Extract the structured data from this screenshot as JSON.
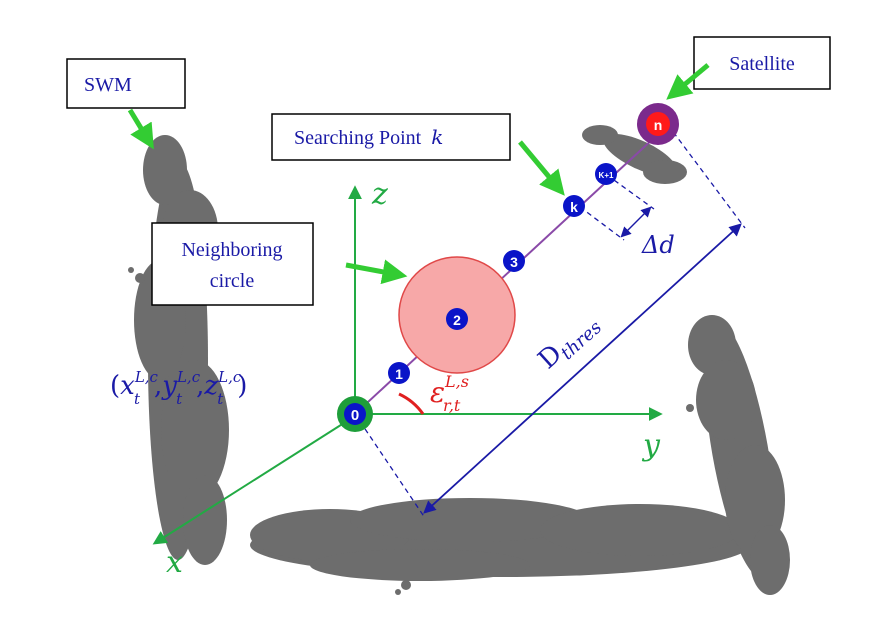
{
  "labels": {
    "swm": "SWM",
    "satellite": "Satellite",
    "searching_prefix": "Searching Point",
    "searching_var": "k",
    "neighboring_line1": "Neighboring",
    "neighboring_line2": "circle"
  },
  "axes": {
    "z": "z",
    "y": "y",
    "x": "x"
  },
  "points": {
    "p0": "0",
    "p1": "1",
    "p2": "2",
    "p3": "3",
    "pk": "k",
    "pk1": "K+1",
    "pn": "n"
  },
  "math": {
    "coord_open": "(",
    "coord_x": "x",
    "coord_y": "y",
    "coord_z": "z",
    "coord_sep": ",",
    "coord_sup": "L,c",
    "coord_sub": "t",
    "coord_close": ")",
    "epsilon": "ε",
    "epsilon_sup": "L,s",
    "epsilon_sub": "r,t",
    "delta_d": "Δd",
    "d_thres_main": "D",
    "d_thres_sub": "thres"
  },
  "colors": {
    "label_box_border": "#000000",
    "label_text": "#1a1aa6",
    "arrow_green": "#33cc33",
    "axis_green": "#22aa44",
    "point_blue": "#0a14c8",
    "origin_green": "#1e9e3a",
    "satellite_purple": "#7b2a8c",
    "satellite_red": "#ff1a1a",
    "circle_fill": "#f7a8a8",
    "circle_stroke": "#e04848",
    "ray_purple": "#8a4aa8",
    "epsilon_red": "#e02020",
    "cloud_gray": "#6d6d6d"
  }
}
